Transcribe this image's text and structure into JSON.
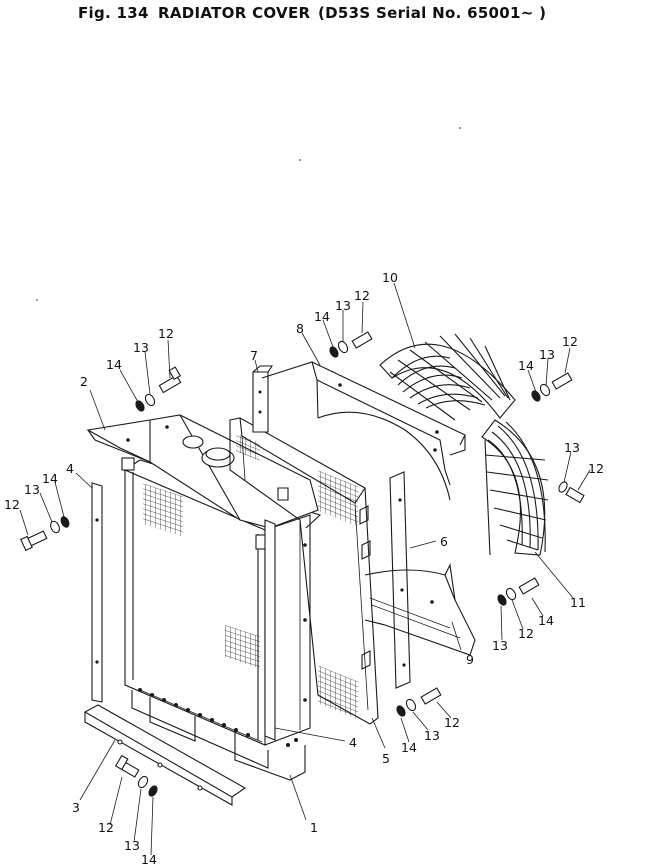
{
  "header": {
    "fig_label": "Fig. 134",
    "title": "RADIATOR COVER",
    "subtitle": "(D53S Serial No. 65001~ )"
  },
  "callouts": [
    {
      "label": "1"
    },
    {
      "label": "2"
    },
    {
      "label": "3"
    },
    {
      "label": "4"
    },
    {
      "label": "4"
    },
    {
      "label": "5"
    },
    {
      "label": "6"
    },
    {
      "label": "7"
    },
    {
      "label": "8"
    },
    {
      "label": "9"
    },
    {
      "label": "10"
    },
    {
      "label": "11"
    },
    {
      "label": "12"
    },
    {
      "label": "13"
    },
    {
      "label": "14"
    },
    {
      "label": "12"
    },
    {
      "label": "13"
    },
    {
      "label": "14"
    },
    {
      "label": "12"
    },
    {
      "label": "13"
    },
    {
      "label": "14"
    },
    {
      "label": "12"
    },
    {
      "label": "13"
    },
    {
      "label": "14"
    },
    {
      "label": "12"
    },
    {
      "label": "13"
    },
    {
      "label": "12"
    },
    {
      "label": "13"
    },
    {
      "label": "14"
    },
    {
      "label": "12"
    },
    {
      "label": "13"
    },
    {
      "label": "14"
    },
    {
      "label": "12"
    },
    {
      "label": "13"
    },
    {
      "label": "14"
    }
  ]
}
